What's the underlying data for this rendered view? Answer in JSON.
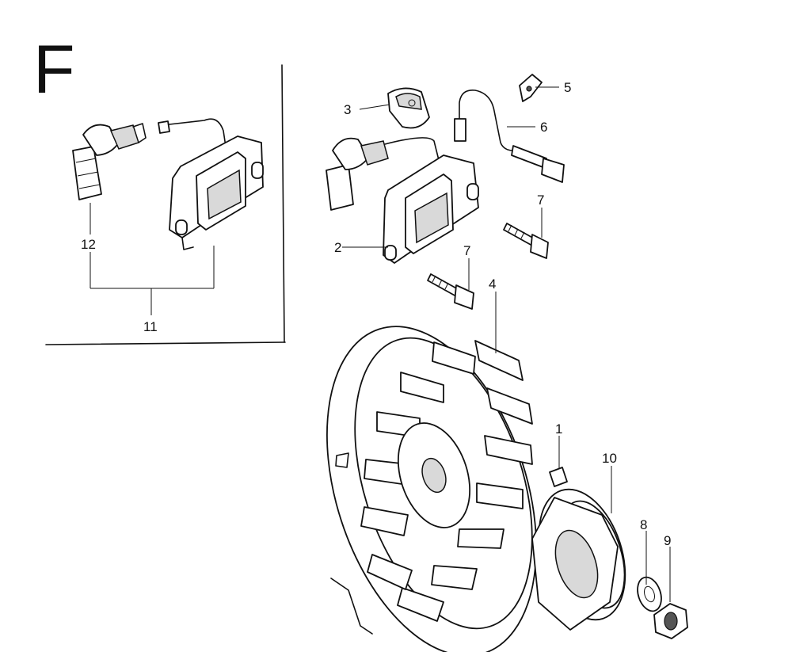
{
  "section_letter": "F",
  "callouts": {
    "c1": "1",
    "c2": "2",
    "c3": "3",
    "c4": "4",
    "c5": "5",
    "c6": "6",
    "c7a": "7",
    "c7b": "7",
    "c8": "8",
    "c9": "9",
    "c10": "10",
    "c11": "11",
    "c12": "12"
  }
}
